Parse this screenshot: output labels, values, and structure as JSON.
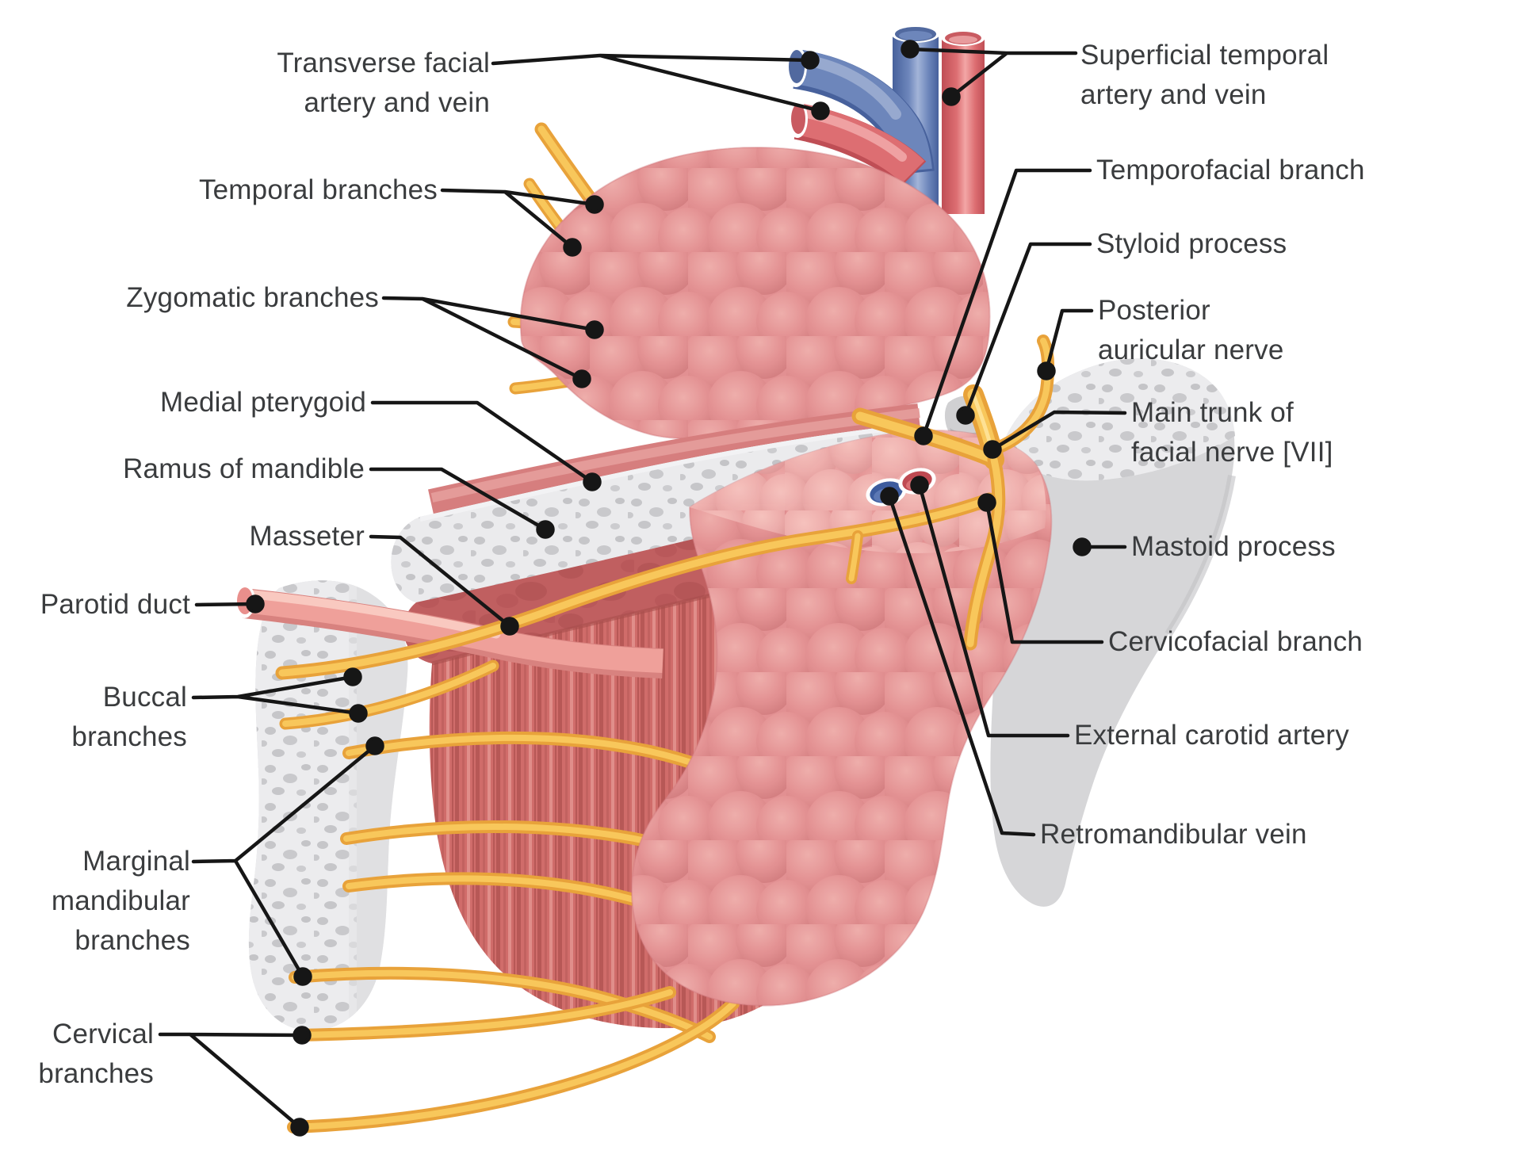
{
  "figure_type": "anatomical-diagram",
  "subject": "Parotid gland region with facial nerve branches, vessels and bony landmarks",
  "palette": {
    "background": "#ffffff",
    "nerve_yellow": "#f3b33f",
    "nerve_yellow_light": "#f8c75b",
    "artery_red": "#dd6e72",
    "vein_blue": "#6d86bb",
    "gland_pink": "#e59495",
    "gland_deep_pink": "#eeafad",
    "muscle_red": "#d06c6a",
    "muscle_dark_red": "#c05f60",
    "pterygoid_salmon": "#d67e7e",
    "bone_gray": "#dcdcde",
    "duct_pink": "#efa09a",
    "leader_black": "#161616",
    "label_text": "#3a3c3e"
  },
  "labels": {
    "left": [
      {
        "id": "transverse-facial-artery-and-vein",
        "lines": [
          "Transverse facial",
          "artery and vein"
        ]
      },
      {
        "id": "temporal-branches",
        "lines": [
          "Temporal branches"
        ]
      },
      {
        "id": "zygomatic-branches",
        "lines": [
          "Zygomatic branches"
        ]
      },
      {
        "id": "medial-pterygoid",
        "lines": [
          "Medial pterygoid"
        ]
      },
      {
        "id": "ramus-of-mandible",
        "lines": [
          "Ramus of mandible"
        ]
      },
      {
        "id": "masseter",
        "lines": [
          "Masseter"
        ]
      },
      {
        "id": "parotid-duct",
        "lines": [
          "Parotid duct"
        ]
      },
      {
        "id": "buccal-branches",
        "lines": [
          "Buccal",
          "branches"
        ]
      },
      {
        "id": "marginal-mandibular-branches",
        "lines": [
          "Marginal",
          "mandibular",
          "branches"
        ]
      },
      {
        "id": "cervical-branches",
        "lines": [
          "Cervical",
          "branches"
        ]
      }
    ],
    "right": [
      {
        "id": "superficial-temporal-artery-and-vein",
        "lines": [
          "Superficial temporal",
          "artery and vein"
        ]
      },
      {
        "id": "temporofacial-branch",
        "lines": [
          "Temporofacial branch"
        ]
      },
      {
        "id": "styloid-process",
        "lines": [
          "Styloid process"
        ]
      },
      {
        "id": "posterior-auricular-nerve",
        "lines": [
          "Posterior",
          "auricular nerve"
        ]
      },
      {
        "id": "main-trunk-of-facial-nerve",
        "lines": [
          "Main trunk of",
          "facial nerve [VII]"
        ]
      },
      {
        "id": "mastoid-process",
        "lines": [
          "Mastoid process"
        ]
      },
      {
        "id": "cervicofacial-branch",
        "lines": [
          "Cervicofacial branch"
        ]
      },
      {
        "id": "external-carotid-artery",
        "lines": [
          "External carotid artery"
        ]
      },
      {
        "id": "retromandibular-vein",
        "lines": [
          "Retromandibular vein"
        ]
      }
    ]
  }
}
